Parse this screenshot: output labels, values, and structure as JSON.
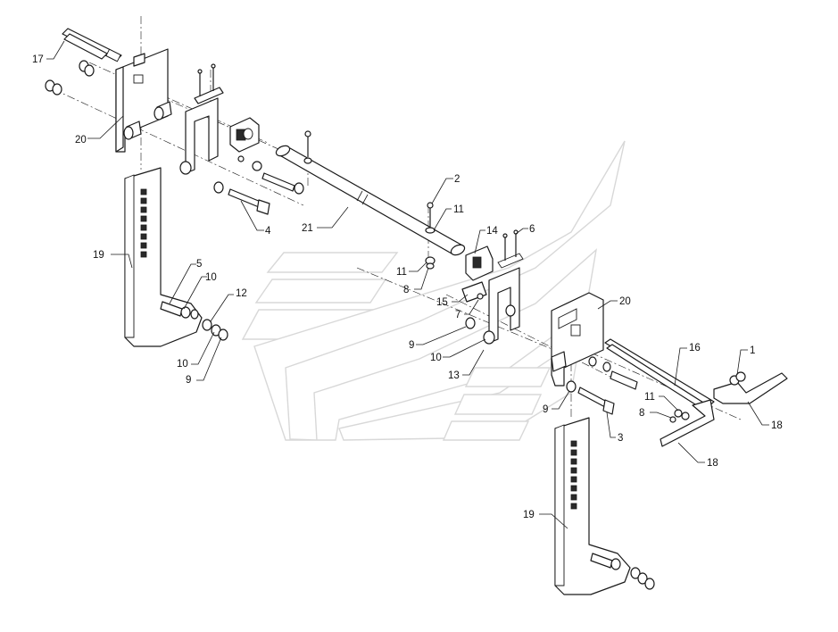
{
  "diagram": {
    "type": "exploded-parts-view",
    "watermark_icon": "chevron-logo-watermark-icon",
    "callouts": [
      {
        "id": "c17",
        "label": "17"
      },
      {
        "id": "c20a",
        "label": "20"
      },
      {
        "id": "c19a",
        "label": "19"
      },
      {
        "id": "c5",
        "label": "5"
      },
      {
        "id": "c10a",
        "label": "10"
      },
      {
        "id": "c12",
        "label": "12"
      },
      {
        "id": "c10b",
        "label": "10"
      },
      {
        "id": "c9a",
        "label": "9"
      },
      {
        "id": "c4",
        "label": "4"
      },
      {
        "id": "c21",
        "label": "21"
      },
      {
        "id": "c2",
        "label": "2"
      },
      {
        "id": "c11a",
        "label": "11"
      },
      {
        "id": "c14",
        "label": "14"
      },
      {
        "id": "c6",
        "label": "6"
      },
      {
        "id": "c11b",
        "label": "11"
      },
      {
        "id": "c8a",
        "label": "8"
      },
      {
        "id": "c15",
        "label": "15"
      },
      {
        "id": "c7",
        "label": "7"
      },
      {
        "id": "c9b",
        "label": "9"
      },
      {
        "id": "c10c",
        "label": "10"
      },
      {
        "id": "c13",
        "label": "13"
      },
      {
        "id": "c20b",
        "label": "20"
      },
      {
        "id": "c16",
        "label": "16"
      },
      {
        "id": "c1",
        "label": "1"
      },
      {
        "id": "c18a",
        "label": "18"
      },
      {
        "id": "c11c",
        "label": "11"
      },
      {
        "id": "c8b",
        "label": "8"
      },
      {
        "id": "c9c",
        "label": "9"
      },
      {
        "id": "c3",
        "label": "3"
      },
      {
        "id": "c18b",
        "label": "18"
      },
      {
        "id": "c19b",
        "label": "19"
      }
    ]
  }
}
